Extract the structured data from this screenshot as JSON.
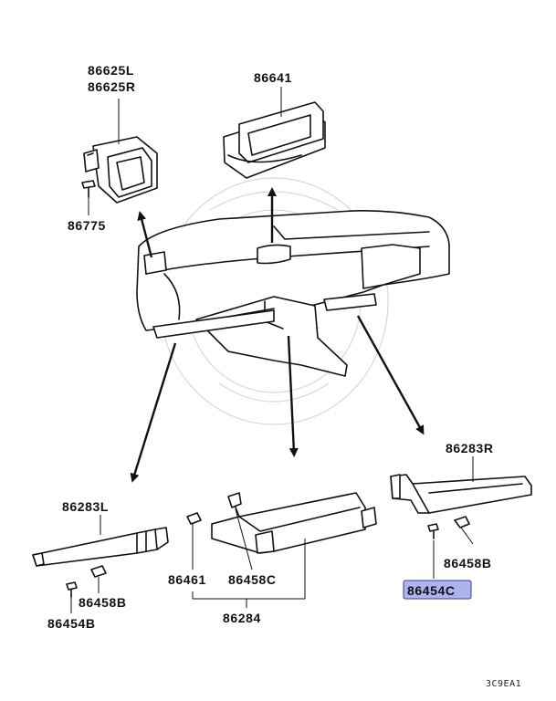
{
  "labels": {
    "p86625L": "86625L",
    "p86625R": "86625R",
    "p86641": "86641",
    "p86775": "86775",
    "p86283R": "86283R",
    "p86283L": "86283L",
    "p86458B_right": "86458B",
    "p86454C": "86454C",
    "p86458B_left": "86458B",
    "p86454B": "86454B",
    "p86461": "86461",
    "p86458C": "86458C",
    "p86284": "86284",
    "code": "3C9EA1"
  },
  "colors": {
    "highlight": "#aeb3ee",
    "highlight_border": "#3a3f9e",
    "ink": "#111111",
    "watermark": "#d9d9d9"
  },
  "highlighted_part": "86454C"
}
